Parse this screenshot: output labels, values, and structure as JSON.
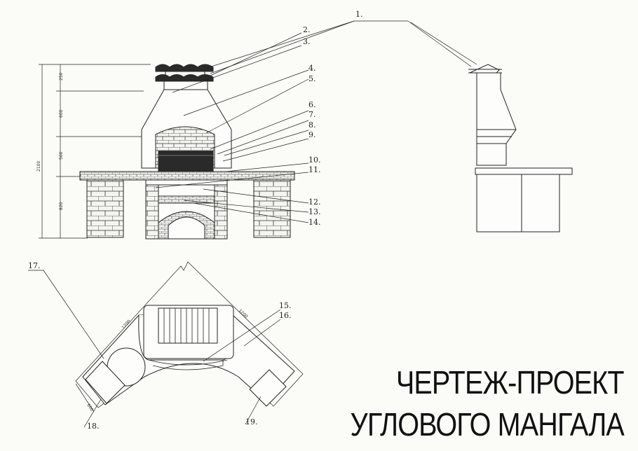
{
  "callouts": [
    "1.",
    "2.",
    "3.",
    "4.",
    "5.",
    "6.",
    "7.",
    "8.",
    "9.",
    "10.",
    "11.",
    "12.",
    "13.",
    "14.",
    "15.",
    "16.",
    "17.",
    "18.",
    "19."
  ],
  "dimensions": {
    "total_height": "2100",
    "top_cap": "250",
    "hood": "600",
    "firebox": "500",
    "base": "820",
    "plan_left": "1200",
    "plan_right": "1200",
    "plan_depth": "600"
  },
  "title": {
    "line1": "ЧЕРТЕЖ-ПРОЕКТ",
    "line2": "УГЛОВОГО МАНГАЛА"
  },
  "colors": {
    "ink": "#222222",
    "paper": "#fbfbf8",
    "fill_dark": "#2a2a2a"
  }
}
